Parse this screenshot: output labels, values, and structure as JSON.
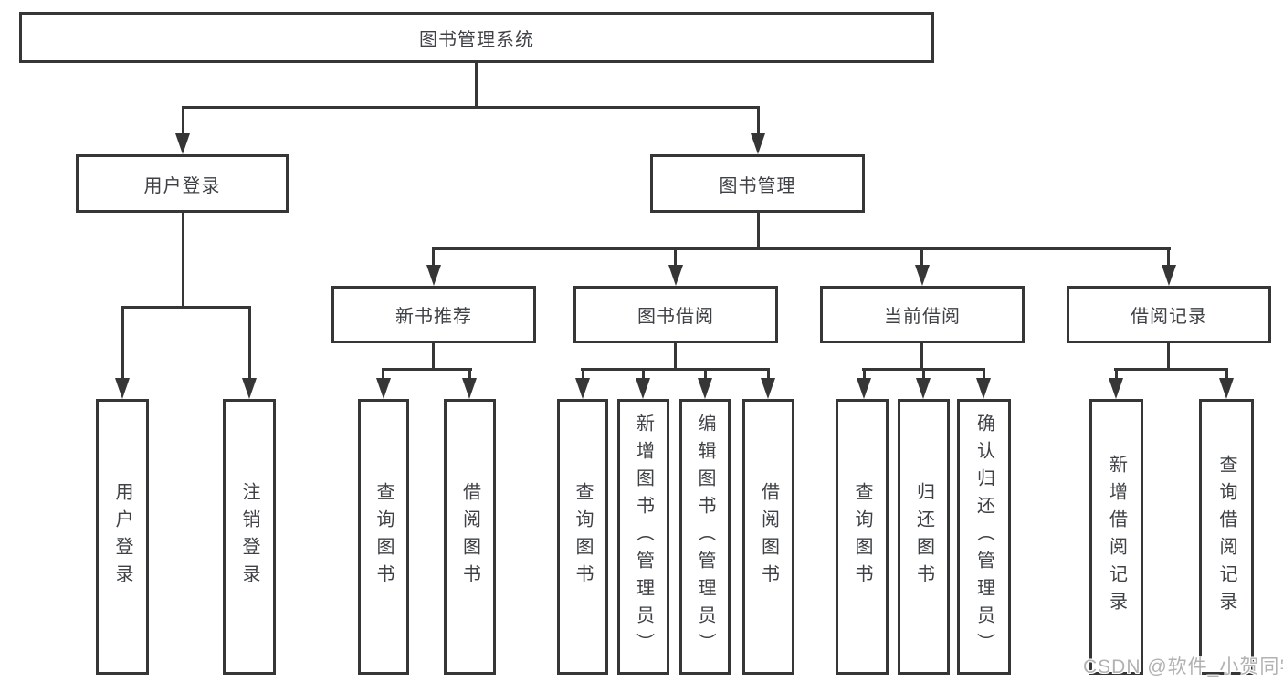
{
  "tree": {
    "label": "图书管理系统",
    "children": [
      {
        "label": "用户登录",
        "children": [
          {
            "label": "用户登录"
          },
          {
            "label": "注销登录"
          }
        ]
      },
      {
        "label": "图书管理",
        "children": [
          {
            "label": "新书推荐",
            "children": [
              {
                "label": "查询图书"
              },
              {
                "label": "借阅图书"
              }
            ]
          },
          {
            "label": "图书借阅",
            "children": [
              {
                "label": "查询图书"
              },
              {
                "label": "新增图书（管理员）"
              },
              {
                "label": "编辑图书（管理员）"
              },
              {
                "label": "借阅图书"
              }
            ]
          },
          {
            "label": "当前借阅",
            "children": [
              {
                "label": "查询图书"
              },
              {
                "label": "归还图书"
              },
              {
                "label": "确认归还（管理员）"
              }
            ]
          },
          {
            "label": "借阅记录",
            "children": [
              {
                "label": "新增借阅记录"
              },
              {
                "label": "查询借阅记录"
              }
            ]
          }
        ]
      }
    ]
  },
  "watermark": "CSDN @软件_小贺同学",
  "colors": {
    "line": "#363636",
    "text": "#3e4145",
    "watermark": "#b2b2b2",
    "background": "#ffffff"
  }
}
